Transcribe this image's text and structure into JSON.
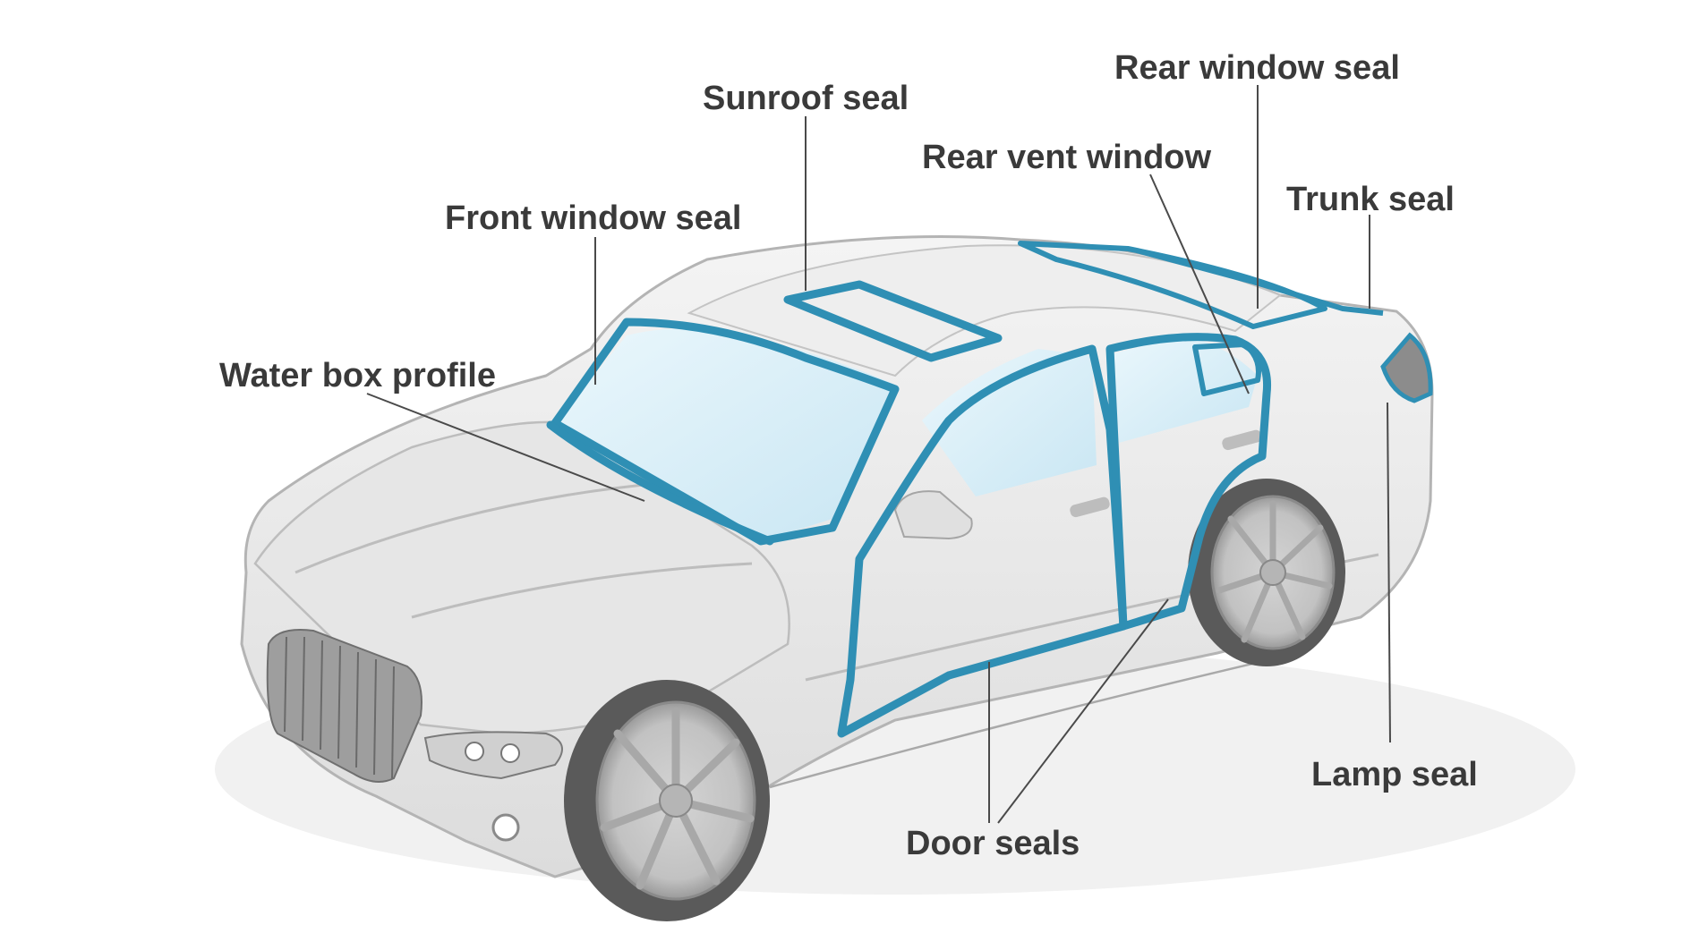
{
  "labels": {
    "sunroof": "Sunroof seal",
    "rear_window": "Rear window seal",
    "rear_vent": "Rear vent window",
    "trunk": "Trunk seal",
    "front_window": "Front window seal",
    "water_box": "Water box profile",
    "lamp": "Lamp seal",
    "door": "Door seals"
  },
  "colors": {
    "seal": "#2f8fb4",
    "glass": "#d6eef8",
    "body": "#e9e9e9",
    "text": "#3a3a3a"
  }
}
